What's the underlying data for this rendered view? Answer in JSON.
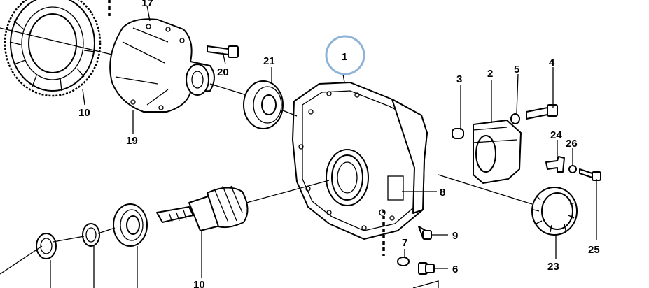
{
  "diagram": {
    "highlight_color": "#8fb3d6",
    "labels": {
      "l1": "1",
      "l2": "2",
      "l3": "3",
      "l4": "4",
      "l5": "5",
      "l6": "6",
      "l7": "7",
      "l8": "8",
      "l9": "9",
      "l10a": "10",
      "l10b": "10",
      "l17": "17",
      "l19": "19",
      "l20": "20",
      "l21": "21",
      "l23": "23",
      "l24": "24",
      "l25": "25",
      "l26": "26"
    }
  }
}
